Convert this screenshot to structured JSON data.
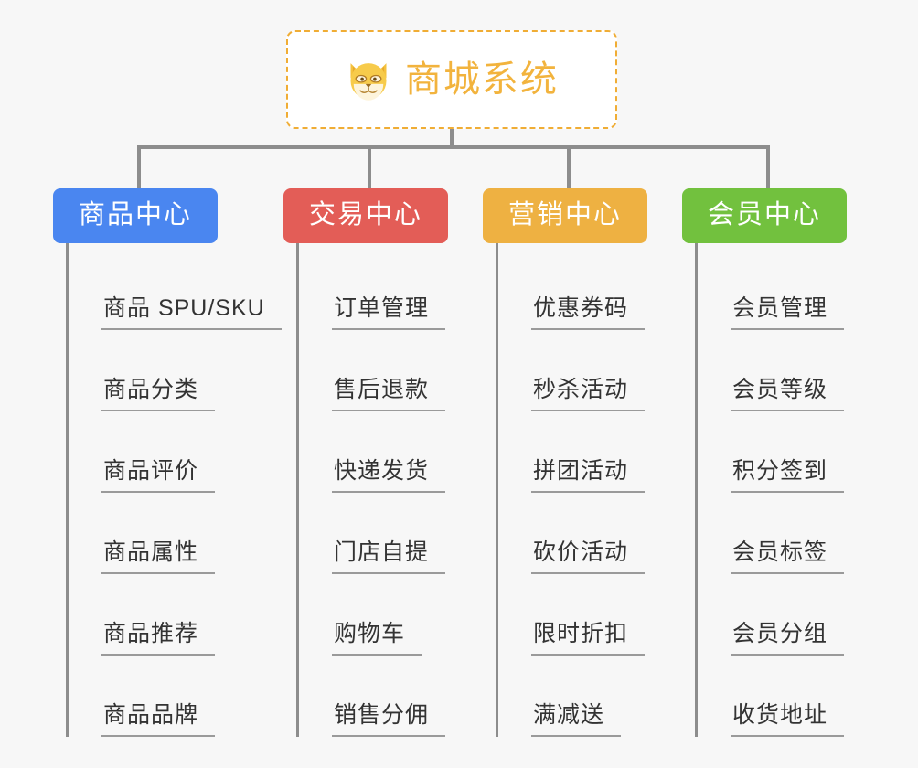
{
  "page": {
    "background_color": "#f7f7f7",
    "connector_color": "#8d8d8d"
  },
  "root": {
    "title": "商城系统",
    "icon": "shiba-dog-face-icon",
    "border_color": "#f0ad35",
    "text_color": "#f2b33d",
    "background_color": "#ffffff"
  },
  "branches": [
    {
      "label": "商品中心",
      "color": "#4a86f0",
      "children": [
        {
          "label": "商品 SPU/SKU"
        },
        {
          "label": "商品分类"
        },
        {
          "label": "商品评价"
        },
        {
          "label": "商品属性"
        },
        {
          "label": "商品推荐"
        },
        {
          "label": "商品品牌"
        }
      ]
    },
    {
      "label": "交易中心",
      "color": "#e35d57",
      "children": [
        {
          "label": "订单管理"
        },
        {
          "label": "售后退款"
        },
        {
          "label": "快递发货"
        },
        {
          "label": "门店自提"
        },
        {
          "label": "购物车"
        },
        {
          "label": "销售分佣"
        }
      ]
    },
    {
      "label": "营销中心",
      "color": "#eeb142",
      "children": [
        {
          "label": "优惠券码"
        },
        {
          "label": "秒杀活动"
        },
        {
          "label": "拼团活动"
        },
        {
          "label": "砍价活动"
        },
        {
          "label": "限时折扣"
        },
        {
          "label": "满减送"
        }
      ]
    },
    {
      "label": "会员中心",
      "color": "#72c13e",
      "children": [
        {
          "label": "会员管理"
        },
        {
          "label": "会员等级"
        },
        {
          "label": "积分签到"
        },
        {
          "label": "会员标签"
        },
        {
          "label": "会员分组"
        },
        {
          "label": "收货地址"
        }
      ]
    }
  ]
}
